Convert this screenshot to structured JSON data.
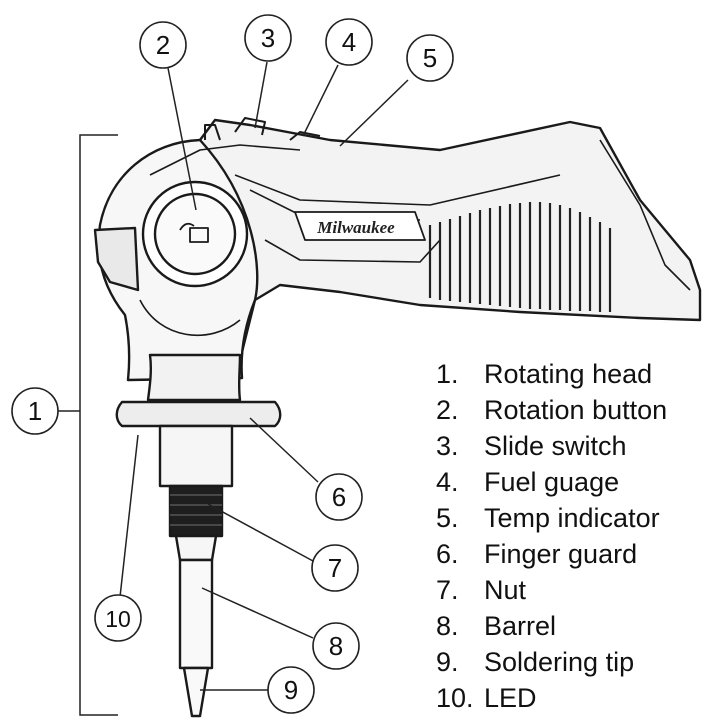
{
  "brand_text": "Milwaukee",
  "callouts": [
    {
      "number": "1",
      "label": "Rotating head"
    },
    {
      "number": "2",
      "label": "Rotation button"
    },
    {
      "number": "3",
      "label": "Slide switch"
    },
    {
      "number": "4",
      "label": "Fuel guage"
    },
    {
      "number": "5",
      "label": "Temp indicator"
    },
    {
      "number": "6",
      "label": "Finger guard"
    },
    {
      "number": "7",
      "label": "Nut"
    },
    {
      "number": "8",
      "label": "Barrel"
    },
    {
      "number": "9",
      "label": "Soldering tip"
    },
    {
      "number": "10",
      "label": "LED"
    }
  ]
}
